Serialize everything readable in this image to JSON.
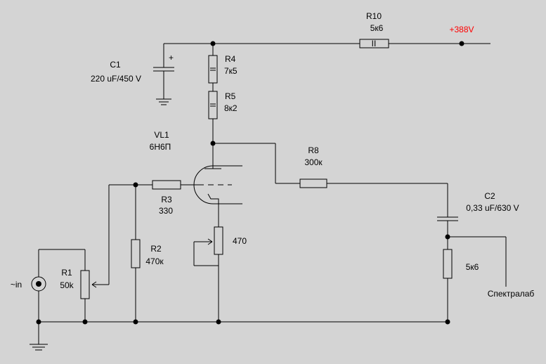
{
  "supply": {
    "label": "+388V",
    "color": "#ff0000"
  },
  "components": {
    "r10": {
      "ref": "R10",
      "value": "5к6",
      "body_mark": "II"
    },
    "c1": {
      "ref": "C1",
      "value": "220 uF/450 V",
      "polarity": "+"
    },
    "r4": {
      "ref": "R4",
      "value": "7к5"
    },
    "r5": {
      "ref": "R5",
      "value": "8к2"
    },
    "vl1": {
      "ref": "VL1",
      "value": "6Н6П"
    },
    "r8": {
      "ref": "R8",
      "value": "300к"
    },
    "r3": {
      "ref": "R3",
      "value": "330"
    },
    "c2": {
      "ref": "C2",
      "value": "0,33 uF/630 V"
    },
    "cathode_pot": {
      "value": "470"
    },
    "r2": {
      "ref": "R2",
      "value": "470к"
    },
    "load": {
      "value": "5к6"
    },
    "r1": {
      "ref": "R1",
      "value": "50k"
    },
    "input": {
      "label": "~in"
    },
    "analyzer": {
      "label": "Спектралаб"
    }
  },
  "icons": [
    "ground-icon",
    "resistor-icon",
    "capacitor-icon",
    "triode-icon",
    "potentiometer-icon",
    "input-jack-icon"
  ],
  "colors": {
    "background": "#d4d4d4",
    "wire": "#000000",
    "supply_label": "#ff0000"
  }
}
